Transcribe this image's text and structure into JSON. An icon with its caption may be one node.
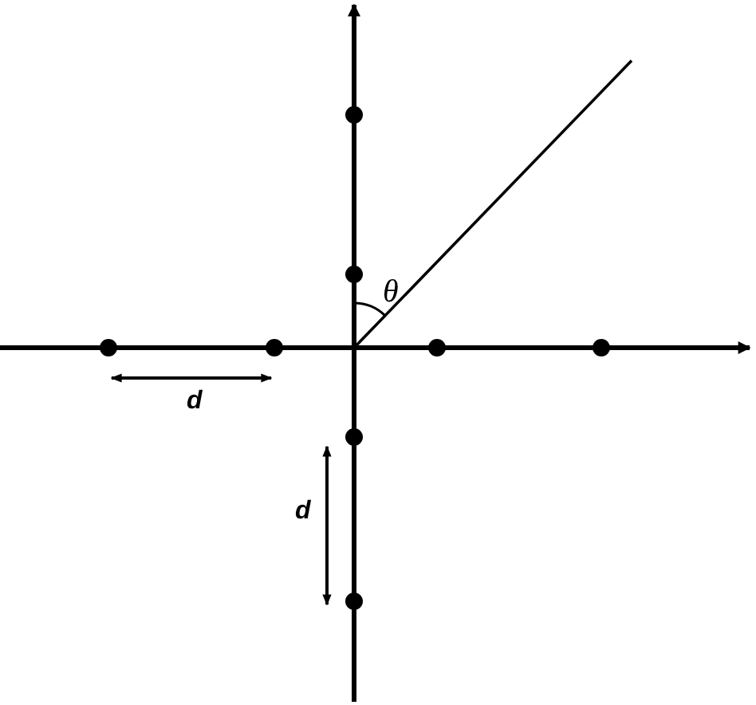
{
  "diagram": {
    "labels": [
      "θ",
      "d",
      "d"
    ]
  }
}
